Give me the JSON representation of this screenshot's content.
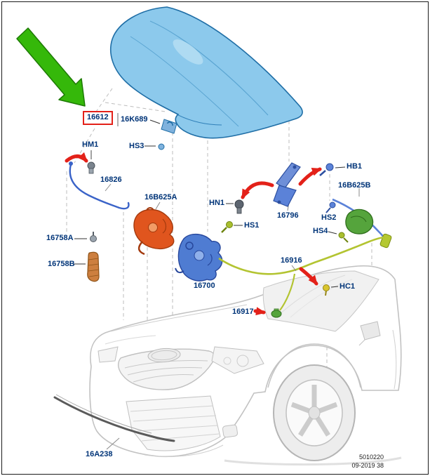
{
  "meta": {
    "drawing_number": "5010220",
    "revision": "09-2019 38"
  },
  "highlight": {
    "selected_part": "16612"
  },
  "labels": {
    "16612": "16612",
    "16K689": "16K689",
    "HS3": "HS3",
    "HM1": "HM1",
    "16826": "16826",
    "16B625A": "16B625A",
    "HN1": "HN1",
    "HS1": "HS1",
    "16796": "16796",
    "HB1": "HB1",
    "16B625B": "16B625B",
    "HS2": "HS2",
    "HS4": "HS4",
    "16758A": "16758A",
    "16758B": "16758B",
    "16700": "16700",
    "16916": "16916",
    "HC1": "HC1",
    "16917": "16917",
    "16A238": "16A238"
  },
  "colors": {
    "label_blue": "#003478",
    "highlight_red": "#e32119",
    "arrow_red": "#e32119",
    "arrow_green": "#35b80a",
    "hood_blue": "#8cc9ec",
    "hood_outline": "#1f6ea6",
    "part_blue": "#4f7cd2",
    "part_orange": "#e0551e",
    "part_green": "#55a43c",
    "cable_blue": "#3a63c8",
    "cable_green": "#b3c431",
    "car_line": "#c2c2c2"
  }
}
